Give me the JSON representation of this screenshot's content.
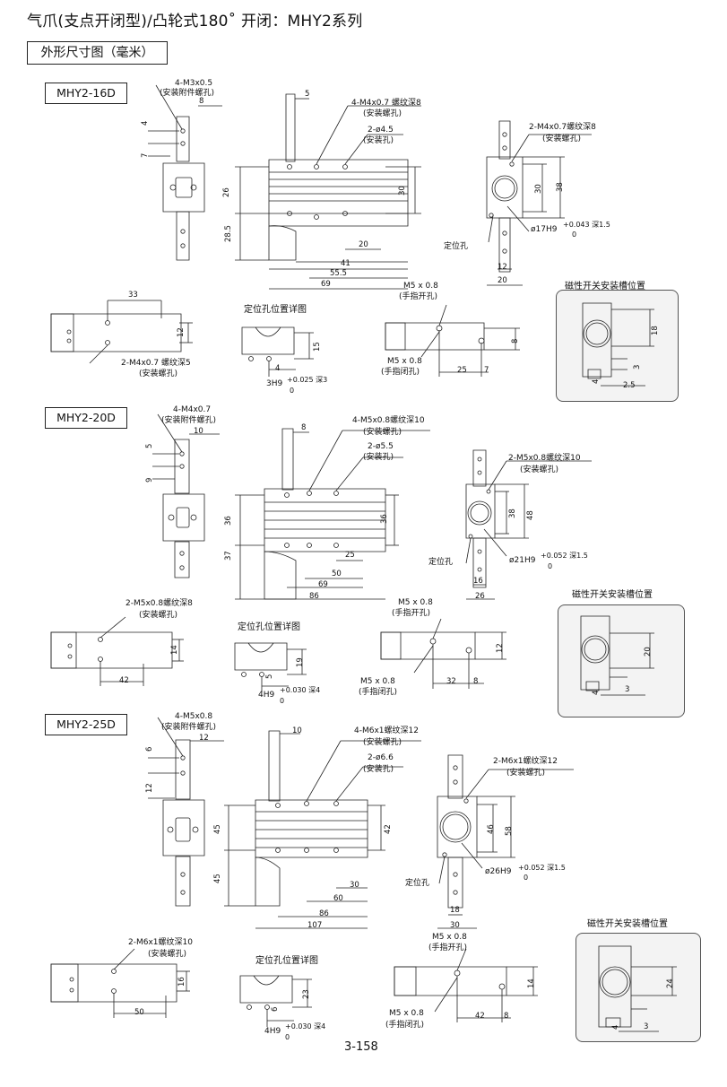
{
  "header": {
    "title": "气爪(支点开闭型)/凸轮式180˚ 开闭：MHY2系列",
    "section": "外形尺寸图（毫米）"
  },
  "models": [
    {
      "name": "MHY2-16D",
      "labels": {
        "attach_thread": "4-M3x0.5",
        "attach_note": "(安装附件螺孔)",
        "mount_thread": "4-M4x0.7 螺纹深8",
        "mount_note": "(安装螺孔)",
        "hole": "2-ø4.5",
        "hole_note": "(安装孔)",
        "side_thread": "2-M4x0.7螺纹深8",
        "side_note": "(安装螺孔)",
        "locating": "定位孔",
        "bore_fit": "ø17H9",
        "bore_tol": "+0.043 深1.5",
        "bore_tol_low": "0",
        "bottom_thread": "2-M4x0.7 螺纹深5",
        "bottom_note": "(安装螺孔)",
        "detail_title": "定位孔位置详图",
        "detail_fit": "3H9",
        "detail_tol": "+0.025 深3",
        "detail_tol_low": "0",
        "port_open": "M5 x 0.8",
        "port_open_note": "(手指开孔)",
        "port_close": "M5 x 0.8",
        "port_close_note": "(手指闭孔)",
        "mag_title": "磁性开关安装槽位置"
      },
      "dims": {
        "d_5": "5",
        "d_4": "4",
        "d_7": "7",
        "d_8": "8",
        "d_26": "26",
        "d_28_5": "28.5",
        "d_30": "30",
        "d_20": "20",
        "d_41": "41",
        "d_55_5": "55.5",
        "d_69": "69",
        "d_38": "38",
        "d_12": "12",
        "d_20b": "20",
        "d_33": "33",
        "d_12b": "12",
        "d_15": "15",
        "d_4b": "4",
        "d_25": "25",
        "d_7b": "7",
        "d_8b": "8",
        "d_18": "18",
        "d_3": "3",
        "d_2_5": "2.5",
        "d_4c": "4"
      }
    },
    {
      "name": "MHY2-20D",
      "labels": {
        "attach_thread": "4-M4x0.7",
        "attach_note": "(安装附件螺孔)",
        "mount_thread": "4-M5x0.8螺纹深10",
        "mount_note": "(安装螺孔)",
        "hole": "2-ø5.5",
        "hole_note": "(安装孔)",
        "side_thread": "2-M5x0.8螺纹深10",
        "side_note": "(安装螺孔)",
        "locating": "定位孔",
        "bore_fit": "ø21H9",
        "bore_tol": "+0.052 深1.5",
        "bore_tol_low": "0",
        "bottom_thread": "2-M5x0.8螺纹深8",
        "bottom_note": "(安装螺孔)",
        "detail_title": "定位孔位置详图",
        "detail_fit": "4H9",
        "detail_tol": "+0.030 深4",
        "detail_tol_low": "0",
        "port_open": "M5 x 0.8",
        "port_open_note": "(手指开孔)",
        "port_close": "M5 x 0.8",
        "port_close_note": "(手指闭孔)",
        "mag_title": "磁性开关安装槽位置"
      },
      "dims": {
        "d_8": "8",
        "d_10": "10",
        "d_5": "5",
        "d_9": "9",
        "d_36": "36",
        "d_37": "37",
        "d_36b": "36",
        "d_25": "25",
        "d_50": "50",
        "d_69": "69",
        "d_86": "86",
        "d_38": "38",
        "d_48": "48",
        "d_16": "16",
        "d_26": "26",
        "d_14": "14",
        "d_42": "42",
        "d_19": "19",
        "d_5b": "5",
        "d_32": "32",
        "d_8b": "8",
        "d_12": "12",
        "d_20": "20",
        "d_3": "3",
        "d_4": "4"
      }
    },
    {
      "name": "MHY2-25D",
      "labels": {
        "attach_thread": "4-M5x0.8",
        "attach_note": "(安装附件螺孔)",
        "mount_thread": "4-M6x1螺纹深12",
        "mount_note": "(安装螺孔)",
        "hole": "2-ø6.6",
        "hole_note": "(安装孔)",
        "side_thread": "2-M6x1螺纹深12",
        "side_note": "(安装螺孔)",
        "locating": "定位孔",
        "bore_fit": "ø26H9",
        "bore_tol": "+0.052 深1.5",
        "bore_tol_low": "0",
        "bottom_thread": "2-M6x1螺纹深10",
        "bottom_note": "(安装螺孔)",
        "detail_title": "定位孔位置详图",
        "detail_fit": "4H9",
        "detail_tol": "+0.030 深4",
        "detail_tol_low": "0",
        "port_open": "M5 x 0.8",
        "port_open_note": "(手指开孔)",
        "port_close": "M5 x 0.8",
        "port_close_note": "(手指闭孔)",
        "mag_title": "磁性开关安装槽位置"
      },
      "dims": {
        "d_10": "10",
        "d_12": "12",
        "d_6": "6",
        "d_12b": "12",
        "d_45": "45",
        "d_45b": "45",
        "d_42": "42",
        "d_30": "30",
        "d_60": "60",
        "d_86": "86",
        "d_107": "107",
        "d_46": "46",
        "d_58": "58",
        "d_18": "18",
        "d_30b": "30",
        "d_16": "16",
        "d_50": "50",
        "d_23": "23",
        "d_6b": "6",
        "d_42b": "42",
        "d_8": "8",
        "d_14": "14",
        "d_24": "24",
        "d_3": "3",
        "d_4": "4"
      }
    }
  ],
  "footer": {
    "page": "3-158"
  }
}
